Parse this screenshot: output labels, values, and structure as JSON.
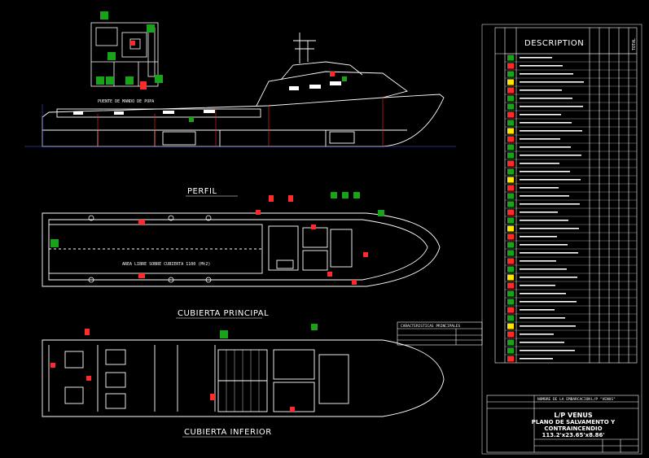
{
  "views": {
    "perfil": "PERFIL",
    "cubierta_principal": "CUBIERTA PRINCIPAL",
    "cubierta_inferior": "CUBIERTA INFERIOR",
    "puente": "PUENTE DE MANDO DE POPA",
    "area_libre": "AREA LIBRE SOBRE CUBIERTA 1100 (Mt2)"
  },
  "legend": {
    "header": "DESCRIPTION",
    "total": "TOTAL"
  },
  "characteristics": {
    "title": "CARACTERISTICAS PRINCIPALES"
  },
  "title_block": {
    "vessel": "L/P VENUS",
    "line1": "PLANO DE SALVAMENTO Y",
    "line2": "CONTRAINCENDIO",
    "dims": "113.2'x23.65'x8.86'",
    "owner_label": "NOMBRE DE LA EMBARCACION",
    "owner_value": "L/P \"VENUS\""
  },
  "colors": {
    "lines": "#ffffff",
    "hull_red": "#ff2a2a",
    "safety_green": "#1aa31a",
    "accent_yellow": "#ffe600",
    "guide_blue": "#4a5cff"
  }
}
